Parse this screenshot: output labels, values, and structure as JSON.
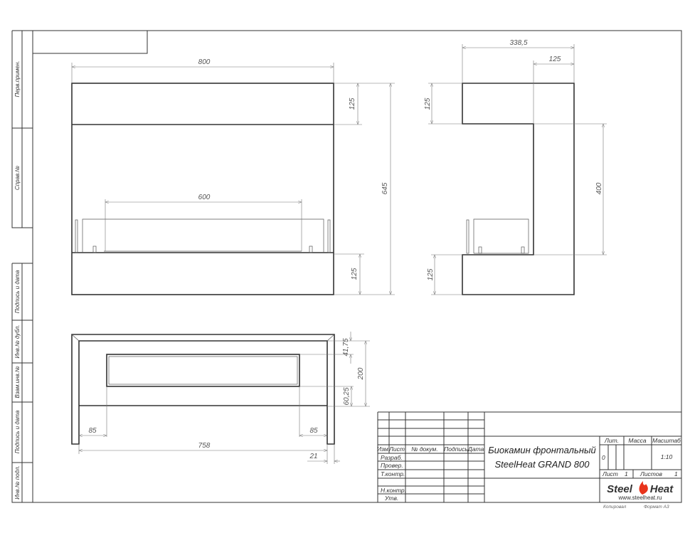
{
  "side_strip": [
    "Перв.примен.",
    "Справ.№",
    "Подпись и дата",
    "Инв.№ дубл.",
    "Взам.инв.№",
    "Подпись и дата",
    "Инв.№ подл."
  ],
  "front_view": {
    "width": "800",
    "burner": "600",
    "top_band": "125",
    "height": "645",
    "bottom_band": "125"
  },
  "side_view": {
    "depth": "338,5",
    "back": "125",
    "top_band": "125",
    "opening": "400",
    "bottom_band": "125"
  },
  "top_view": {
    "d1": "41,75",
    "d2": "200",
    "d3": "60,25",
    "left": "85",
    "right": "85",
    "inner": "758",
    "wall": "21"
  },
  "title_block": {
    "headers": [
      "Изм.",
      "Лист",
      "№ докум.",
      "Подпись",
      "Дата"
    ],
    "roles": [
      "Разраб.",
      "Провер.",
      "Т.контр.",
      "Н.контр.",
      "Утв."
    ],
    "title_line1": "Биокамин фронтальный",
    "title_line2": "SteelHeat GRAND 800",
    "lit_label": "Лит.",
    "mass_label": "Масса",
    "scale_label": "Масштаб",
    "lit_value": "0",
    "scale_value": "1:10",
    "sheet_label": "Лист",
    "sheet_value": "1",
    "sheets_label": "Листов",
    "sheets_value": "1",
    "logo_text": "Steel Heat",
    "logo_url": "www.steelheat.ru",
    "copied_label": "Копировал",
    "format_label": "Формат А3"
  },
  "colors": {
    "line": "#333333",
    "dim": "#777777",
    "flame": "#e8341c"
  }
}
